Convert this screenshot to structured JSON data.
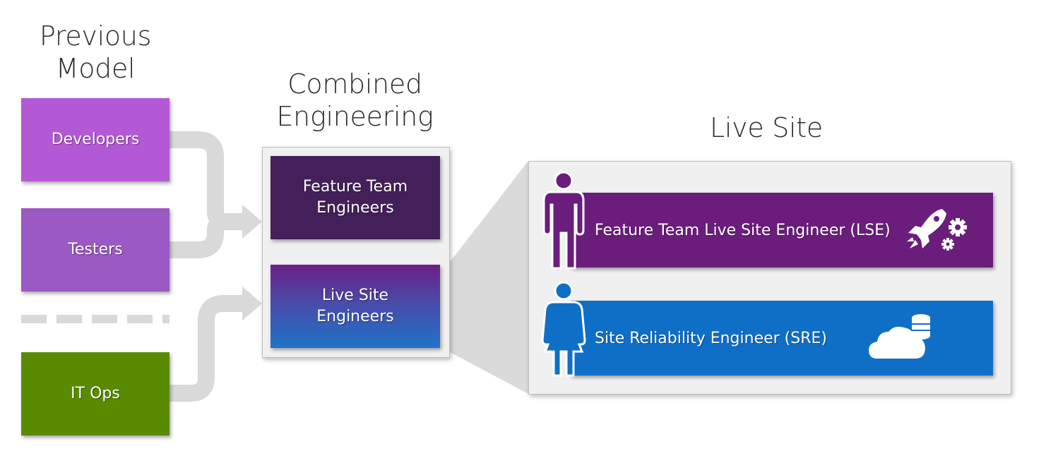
{
  "previous_model": {
    "title_line1": "Previous",
    "title_line2": "Model",
    "boxes": [
      {
        "label": "Developers",
        "color": "#b459d6"
      },
      {
        "label": "Testers",
        "color": "#9b59c4"
      },
      {
        "label": "IT Ops",
        "color": "#5a8a00"
      }
    ]
  },
  "combined_engineering": {
    "title_line1": "Combined",
    "title_line2": "Engineering",
    "boxes": [
      {
        "line1": "Feature Team",
        "line2": "Engineers",
        "color": "#44205a"
      },
      {
        "line1": "Live Site",
        "line2": "Engineers",
        "color_top": "#6a1f85",
        "color_bottom": "#1f73c8"
      }
    ]
  },
  "live_site": {
    "title": "Live Site",
    "roles": [
      {
        "label": "Feature Team Live Site Engineer (LSE)",
        "color": "#6b1d7c",
        "person_icon": "man-icon",
        "icon": "rocket-gears-icon"
      },
      {
        "label": "Site Reliability Engineer (SRE)",
        "color": "#0f6fc6",
        "person_icon": "woman-icon",
        "icon": "cloud-database-icon"
      }
    ]
  },
  "colors": {
    "connector": "#d9d9d9",
    "panel_bg": "#f0f0f0"
  }
}
